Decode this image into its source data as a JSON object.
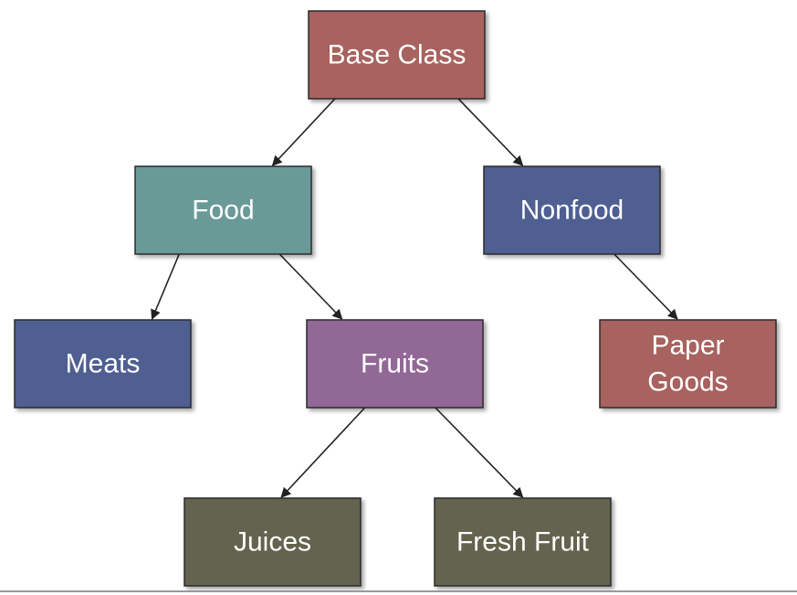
{
  "diagram": {
    "type": "class-hierarchy-tree",
    "nodes": [
      {
        "id": "base",
        "label": [
          "Base Class"
        ],
        "color": "#a8625f"
      },
      {
        "id": "food",
        "label": [
          "Food"
        ],
        "color": "#6a9a98"
      },
      {
        "id": "nonfood",
        "label": [
          "Nonfood"
        ],
        "color": "#4f5f92"
      },
      {
        "id": "meats",
        "label": [
          "Meats"
        ],
        "color": "#4f5f92"
      },
      {
        "id": "fruits",
        "label": [
          "Fruits"
        ],
        "color": "#926897"
      },
      {
        "id": "paper",
        "label": [
          "Paper",
          "Goods"
        ],
        "color": "#a8625f"
      },
      {
        "id": "juices",
        "label": [
          "Juices"
        ],
        "color": "#636350"
      },
      {
        "id": "fresh",
        "label": [
          "Fresh Fruit"
        ],
        "color": "#636350"
      }
    ],
    "edges": [
      {
        "from": "base",
        "to": "food"
      },
      {
        "from": "base",
        "to": "nonfood"
      },
      {
        "from": "food",
        "to": "meats"
      },
      {
        "from": "food",
        "to": "fruits"
      },
      {
        "from": "nonfood",
        "to": "paper"
      },
      {
        "from": "fruits",
        "to": "juices"
      },
      {
        "from": "fruits",
        "to": "fresh"
      }
    ]
  }
}
